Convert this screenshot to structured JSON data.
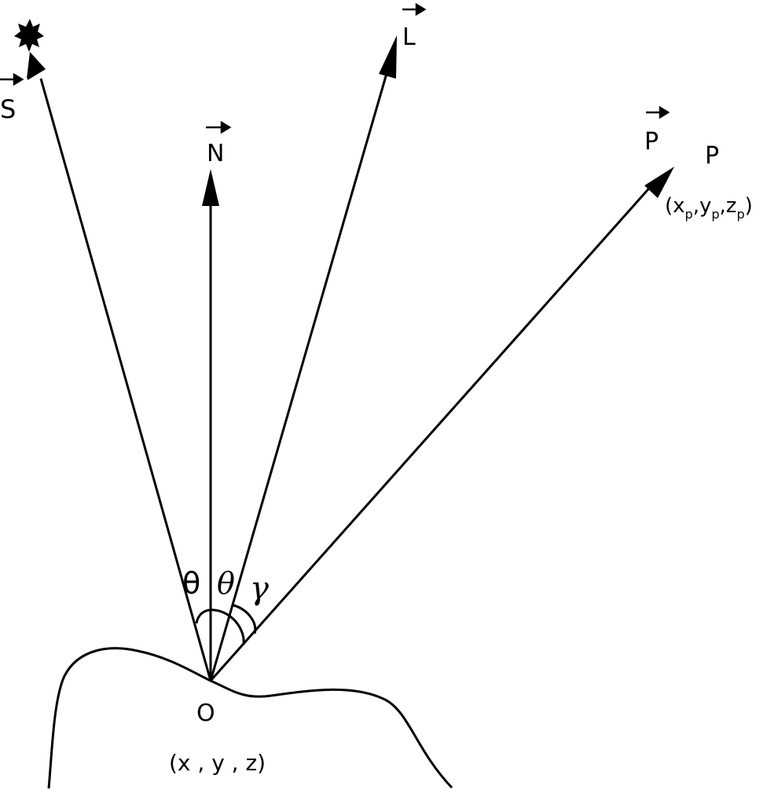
{
  "labels": {
    "S": "S",
    "N": "N",
    "L": "L",
    "P_vec": "P",
    "P_point": "P",
    "P_coords": {
      "open": "(",
      "x": "x",
      "sub1": "p",
      "y": "y",
      "sub2": "p",
      "z": "z",
      "sub3": "p",
      "close": ")"
    },
    "theta1": "θ",
    "theta2": "θ",
    "gamma": "γ",
    "origin": "O",
    "origin_coords": "(x , y , z)"
  },
  "colors": {
    "stroke": "#000000",
    "background": "#ffffff"
  }
}
